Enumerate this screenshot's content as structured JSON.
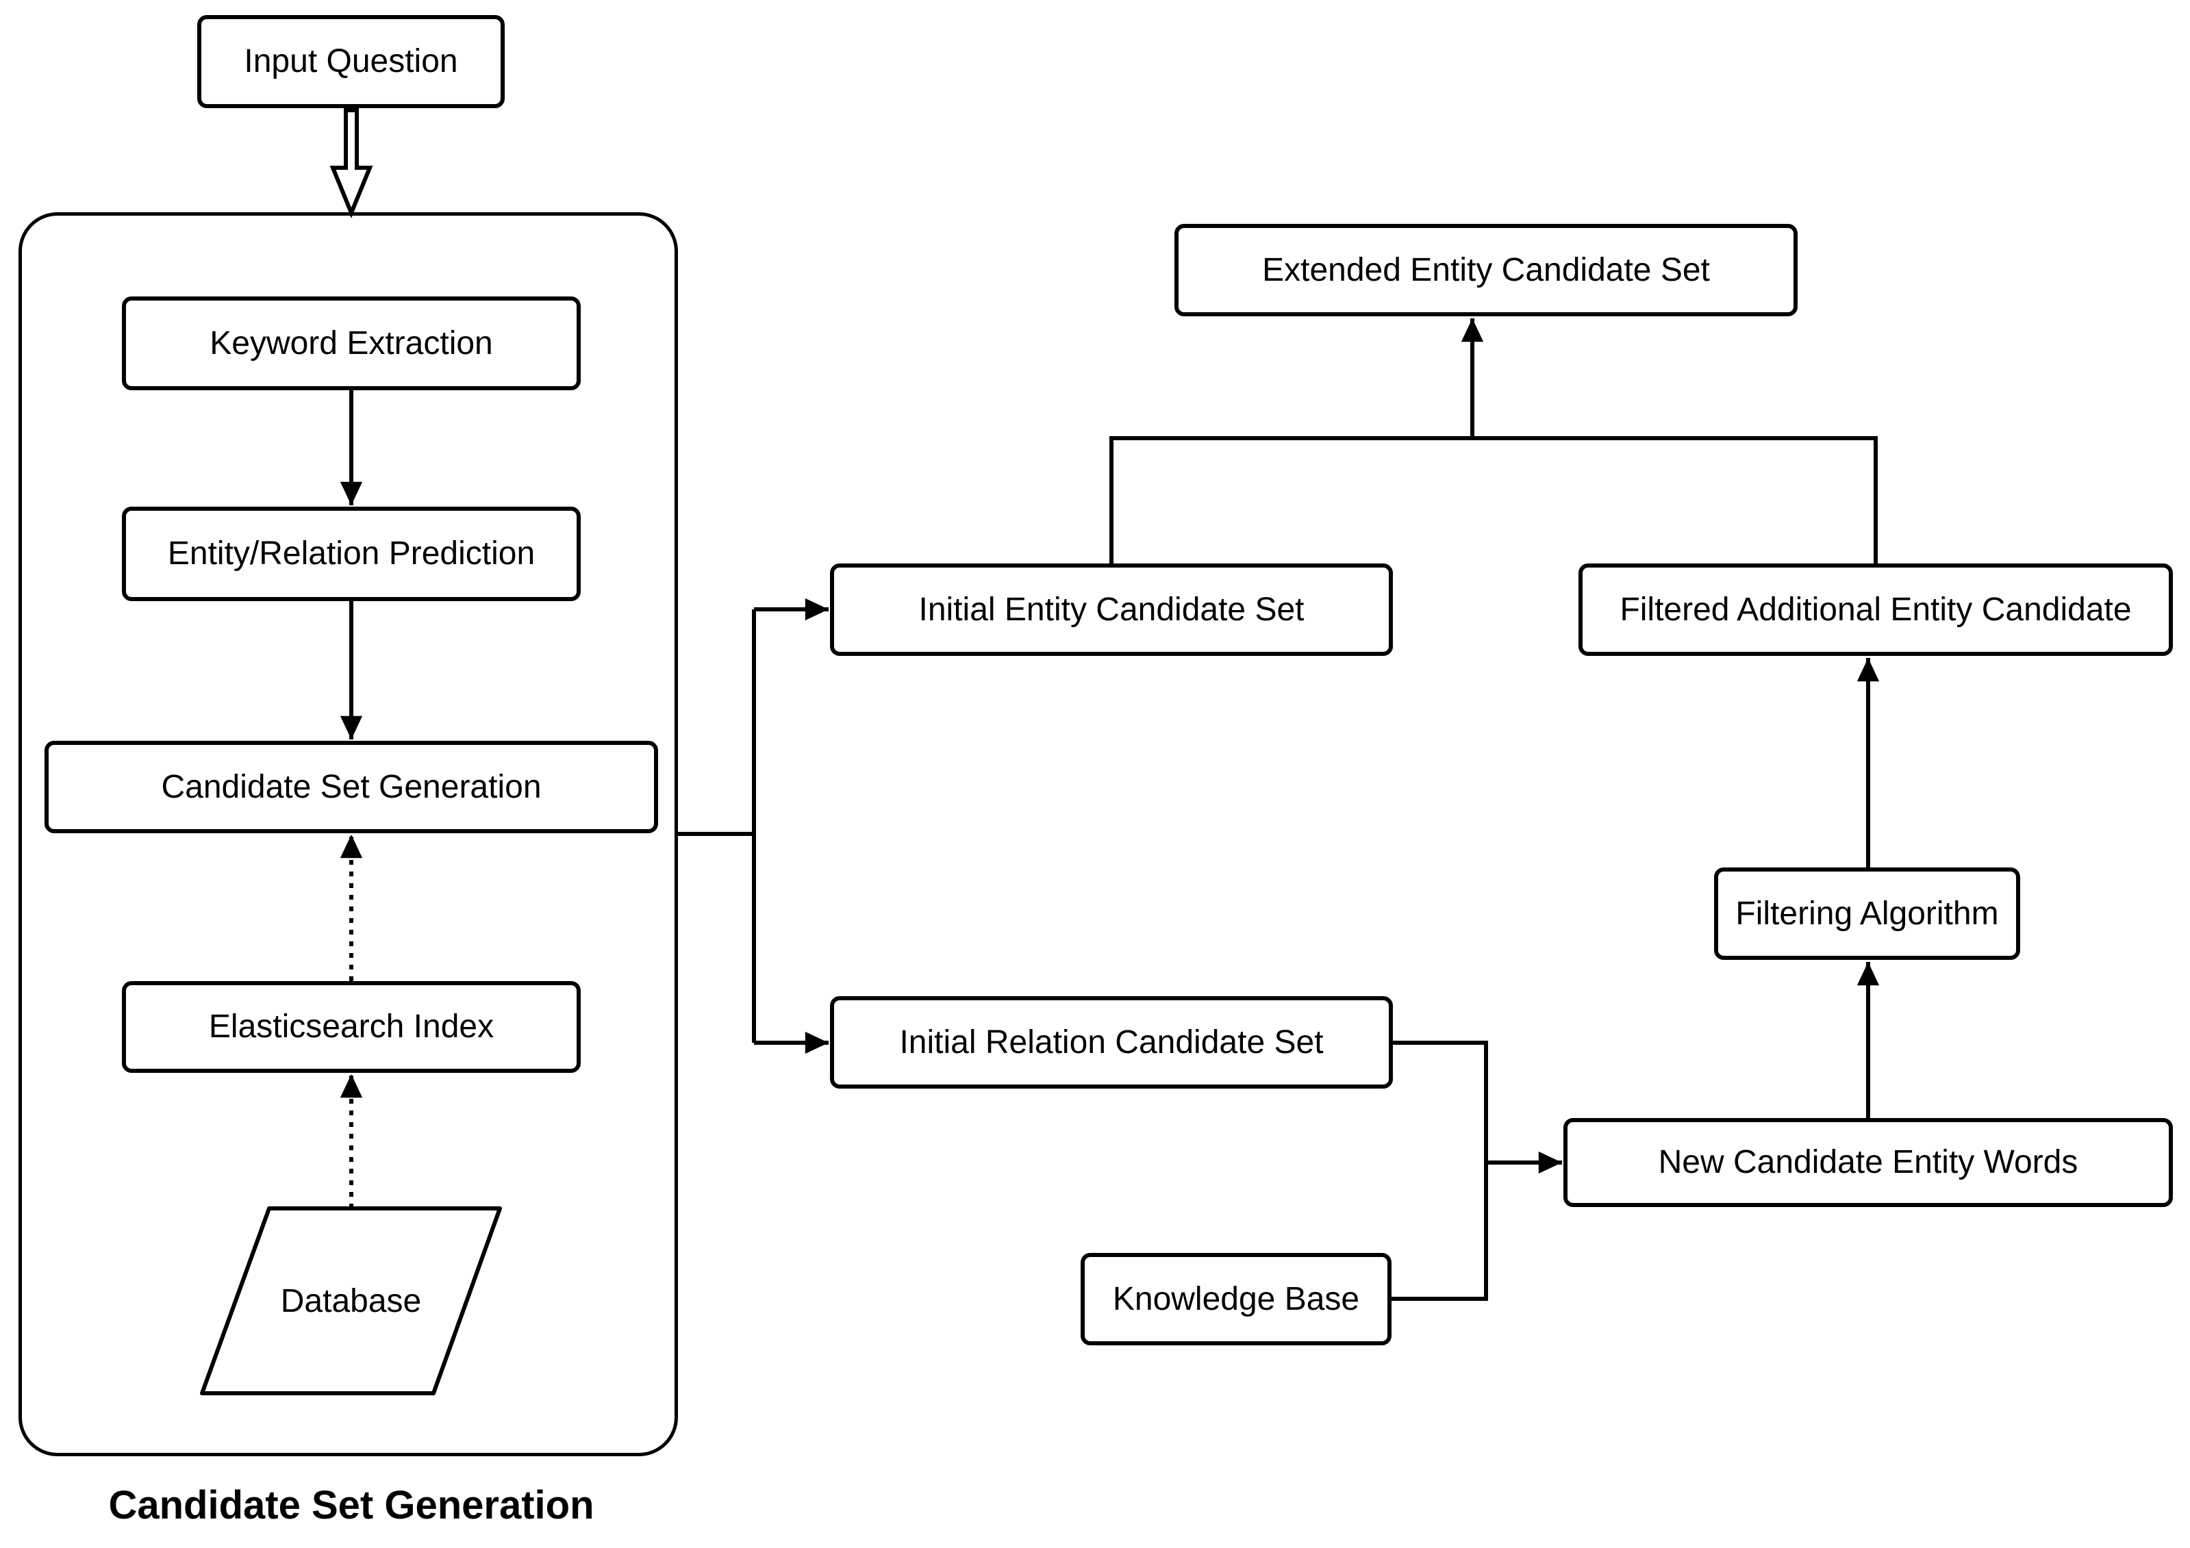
{
  "diagram": {
    "background_color": "#ffffff",
    "line_color": "#000000",
    "node_fill_color": "#ffffff",
    "group_caption": "Candidate Set Generation",
    "nodes": {
      "input_question": {
        "label": "Input Question",
        "shape": "rect"
      },
      "keyword_extraction": {
        "label": "Keyword Extraction",
        "shape": "rect"
      },
      "entity_relation_prediction": {
        "label": "Entity/Relation Prediction",
        "shape": "rect"
      },
      "candidate_set_generation": {
        "label": "Candidate Set Generation",
        "shape": "rect"
      },
      "elasticsearch_index": {
        "label": "Elasticsearch Index",
        "shape": "rect"
      },
      "database": {
        "label": "Database",
        "shape": "parallelogram"
      },
      "extended_entity_candidate_set": {
        "label": "Extended Entity Candidate Set",
        "shape": "rect"
      },
      "initial_entity_candidate_set": {
        "label": "Initial Entity Candidate Set",
        "shape": "rect"
      },
      "filtered_additional_entity_candidate": {
        "label": "Filtered Additional Entity Candidate",
        "shape": "rect"
      },
      "initial_relation_candidate_set": {
        "label": "Initial Relation Candidate Set",
        "shape": "rect"
      },
      "filtering_algorithm": {
        "label": "Filtering Algorithm",
        "shape": "rect"
      },
      "new_candidate_entity_words": {
        "label": "New Candidate Entity Words",
        "shape": "rect"
      },
      "knowledge_base": {
        "label": "Knowledge Base",
        "shape": "rect"
      }
    },
    "edges": [
      {
        "from": "input_question",
        "to": "candidate_set_generation_group",
        "style": "double-hollow-arrow"
      },
      {
        "from": "keyword_extraction",
        "to": "entity_relation_prediction",
        "style": "solid-arrow"
      },
      {
        "from": "entity_relation_prediction",
        "to": "candidate_set_generation",
        "style": "solid-arrow"
      },
      {
        "from": "elasticsearch_index",
        "to": "candidate_set_generation",
        "style": "dotted-arrow"
      },
      {
        "from": "database",
        "to": "elasticsearch_index",
        "style": "dotted-arrow"
      },
      {
        "from": "candidate_set_generation",
        "to": "initial_entity_candidate_set",
        "style": "solid-arrow"
      },
      {
        "from": "candidate_set_generation",
        "to": "initial_relation_candidate_set",
        "style": "solid-arrow"
      },
      {
        "from": "initial_entity_candidate_set",
        "to": "extended_entity_candidate_set",
        "style": "solid-arrow-merged"
      },
      {
        "from": "filtered_additional_entity_candidate",
        "to": "extended_entity_candidate_set",
        "style": "solid-arrow-merged"
      },
      {
        "from": "initial_relation_candidate_set",
        "to": "new_candidate_entity_words",
        "style": "solid-arrow-merged"
      },
      {
        "from": "knowledge_base",
        "to": "new_candidate_entity_words",
        "style": "solid-arrow-merged"
      },
      {
        "from": "new_candidate_entity_words",
        "to": "filtering_algorithm",
        "style": "solid-arrow"
      },
      {
        "from": "filtering_algorithm",
        "to": "filtered_additional_entity_candidate",
        "style": "solid-arrow"
      }
    ]
  }
}
